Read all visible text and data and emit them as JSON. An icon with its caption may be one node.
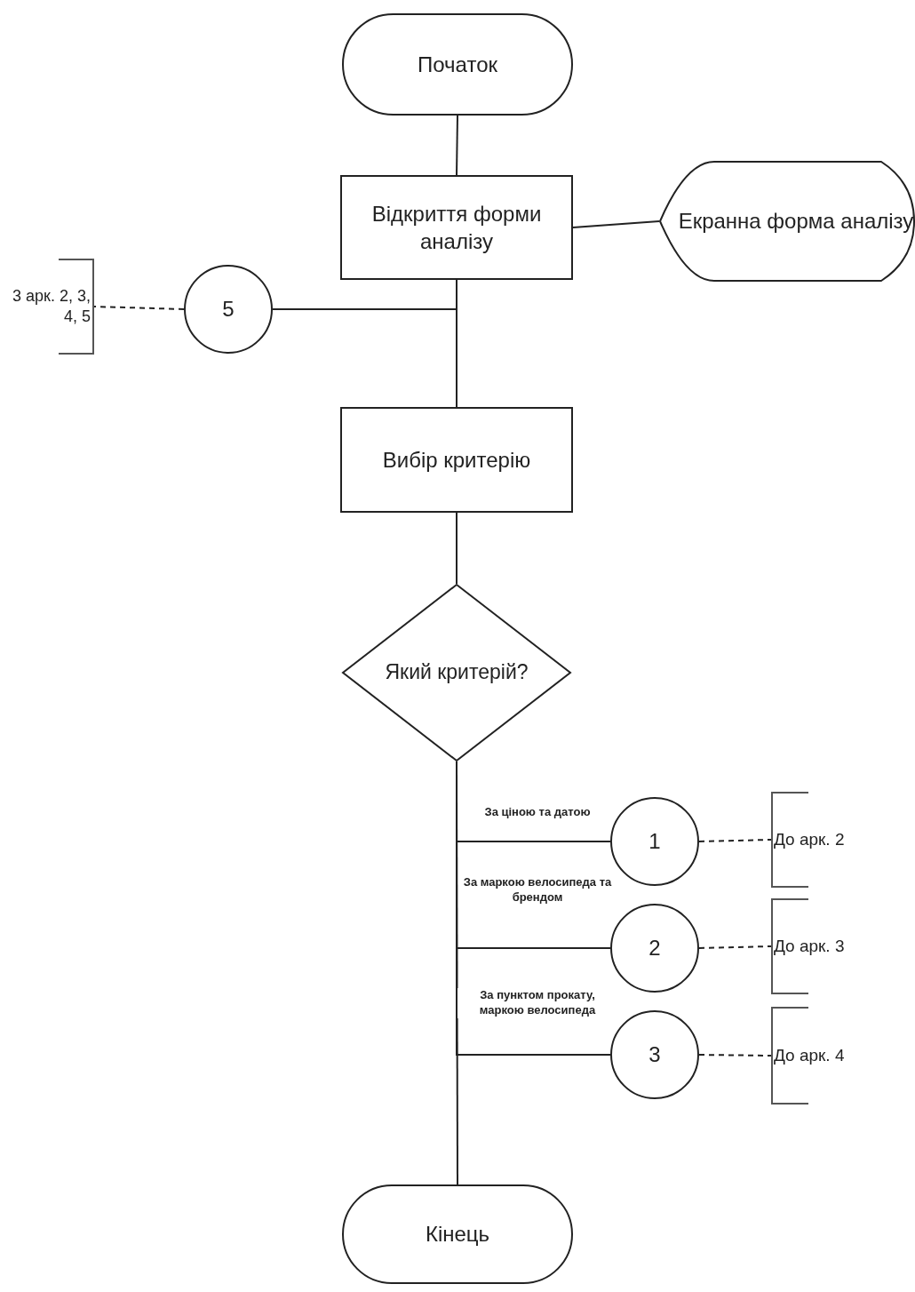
{
  "diagram": {
    "nodes": [
      {
        "text": [
          "Початок"
        ]
      },
      {
        "text": [
          "Відкриття форми аналізу"
        ]
      },
      {
        "text": [
          "Екранна форма аналізу"
        ]
      },
      {
        "text": [
          "5"
        ]
      },
      {
        "text": [
          "3 арк. 2, 3, 4, 5"
        ]
      },
      {
        "text": [
          "Вибір критерію"
        ]
      },
      {
        "text": [
          "Який критерій?"
        ]
      },
      {
        "text": [
          "1"
        ]
      },
      {
        "text": [
          "2"
        ]
      },
      {
        "text": [
          "3"
        ]
      },
      {
        "text": [
          "До арк. 2"
        ]
      },
      {
        "text": [
          "До арк. 3"
        ]
      },
      {
        "text": [
          "До арк. 4"
        ]
      },
      {
        "text": [
          "Кінець"
        ]
      }
    ],
    "edges": [
      {
        "from": 0,
        "to": 1,
        "arrow": "none"
      },
      {
        "from": 1,
        "to": 2,
        "arrow": "none"
      },
      {
        "from": 3,
        "to": 4,
        "arrow": "none",
        "style": "dashed"
      },
      {
        "from": 1,
        "to": 5,
        "arrow": "none"
      },
      {
        "from": 3,
        "to": 5,
        "arrow": "none"
      },
      {
        "from": 5,
        "to": 6,
        "arrow": "none"
      },
      {
        "from": 6,
        "to": 7,
        "arrow": "none",
        "label": "За ціною та датою"
      },
      {
        "from": 6,
        "to": 8,
        "arrow": "none",
        "label": "За маркою велосипеда та брендом"
      },
      {
        "from": 6,
        "to": 9,
        "arrow": "none",
        "label": "За пунктом прокату, маркою велосипеда"
      },
      {
        "from": 6,
        "to": 13,
        "arrow": "none"
      },
      {
        "from": 7,
        "to": 10,
        "arrow": "none",
        "style": "dashed"
      },
      {
        "from": 8,
        "to": 11,
        "arrow": "none",
        "style": "dashed"
      },
      {
        "from": 9,
        "to": 12,
        "arrow": "none",
        "style": "dashed"
      }
    ]
  }
}
